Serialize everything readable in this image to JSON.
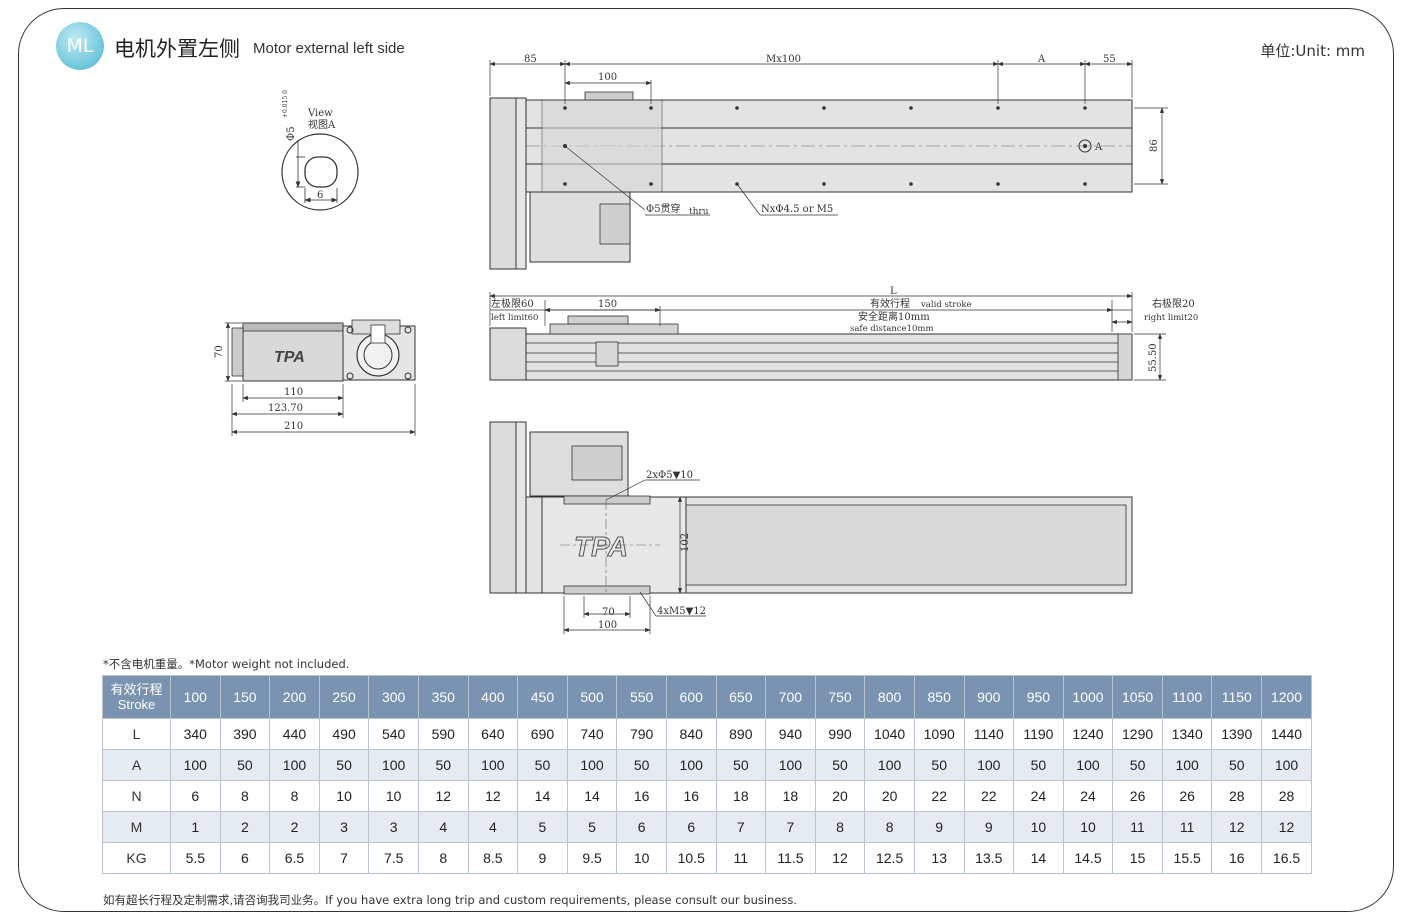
{
  "header": {
    "badge": "ML",
    "title_cn": "电机外置左侧",
    "title_en": "Motor external left side",
    "unit": "单位:Unit: mm"
  },
  "drawing": {
    "top_view": {
      "dim_85": "85",
      "dim_m": "Mx100",
      "dim_a": "A",
      "dim_55": "55",
      "dim_100": "100",
      "dim_86": "86",
      "hole_label": "Φ5贯穿",
      "hole_label_en": "thru",
      "n_label": "NxΦ4.5 or M5",
      "view_mark": "A"
    },
    "view_a": {
      "title_en": "View",
      "title_cn": "视图A",
      "phi": "Φ5",
      "tol": "+0.015 0",
      "dim_6": "6"
    },
    "side_view": {
      "dim_l": "L",
      "left_cn": "左极限60",
      "left_en": "left limit60",
      "dim_150": "150",
      "stroke_cn": "有效行程",
      "stroke_en": "valid stroke",
      "safe_cn": "安全距离10mm",
      "safe_en": "safe distance10mm",
      "right_cn": "右极限20",
      "right_en": "right limit20",
      "dim_5550": "55.50"
    },
    "end_view": {
      "dim_70": "70",
      "dim_110": "110",
      "dim_12370": "123.70",
      "dim_210": "210",
      "logo": "TPA"
    },
    "bottom_view": {
      "hole_top": "2xΦ5▼10",
      "hole_bottom": "4xM5▼12",
      "dim_70": "70",
      "dim_100": "100",
      "dim_102": "102",
      "logo": "TPA"
    }
  },
  "note_top": "*不含电机重量。*Motor weight not included.",
  "table": {
    "header_cn": "有效行程",
    "header_en": "Stroke",
    "columns": [
      "100",
      "150",
      "200",
      "250",
      "300",
      "350",
      "400",
      "450",
      "500",
      "550",
      "600",
      "650",
      "700",
      "750",
      "800",
      "850",
      "900",
      "950",
      "1000",
      "1050",
      "1100",
      "1150",
      "1200"
    ],
    "rows": [
      {
        "label": "L",
        "values": [
          "340",
          "390",
          "440",
          "490",
          "540",
          "590",
          "640",
          "690",
          "740",
          "790",
          "840",
          "890",
          "940",
          "990",
          "1040",
          "1090",
          "1140",
          "1190",
          "1240",
          "1290",
          "1340",
          "1390",
          "1440"
        ]
      },
      {
        "label": "A",
        "values": [
          "100",
          "50",
          "100",
          "50",
          "100",
          "50",
          "100",
          "50",
          "100",
          "50",
          "100",
          "50",
          "100",
          "50",
          "100",
          "50",
          "100",
          "50",
          "100",
          "50",
          "100",
          "50",
          "100"
        ]
      },
      {
        "label": "N",
        "values": [
          "6",
          "8",
          "8",
          "10",
          "10",
          "12",
          "12",
          "14",
          "14",
          "16",
          "16",
          "18",
          "18",
          "20",
          "20",
          "22",
          "22",
          "24",
          "24",
          "26",
          "26",
          "28",
          "28"
        ]
      },
      {
        "label": "M",
        "values": [
          "1",
          "2",
          "2",
          "3",
          "3",
          "4",
          "4",
          "5",
          "5",
          "6",
          "6",
          "7",
          "7",
          "8",
          "8",
          "9",
          "9",
          "10",
          "10",
          "11",
          "11",
          "12",
          "12"
        ]
      },
      {
        "label": "KG",
        "values": [
          "5.5",
          "6",
          "6.5",
          "7",
          "7.5",
          "8",
          "8.5",
          "9",
          "9.5",
          "10",
          "10.5",
          "11",
          "11.5",
          "12",
          "12.5",
          "13",
          "13.5",
          "14",
          "14.5",
          "15",
          "15.5",
          "16",
          "16.5"
        ]
      }
    ]
  },
  "note_bottom": "如有超长行程及定制需求,请咨询我司业务。If you have extra long trip and custom requirements, please consult our business."
}
